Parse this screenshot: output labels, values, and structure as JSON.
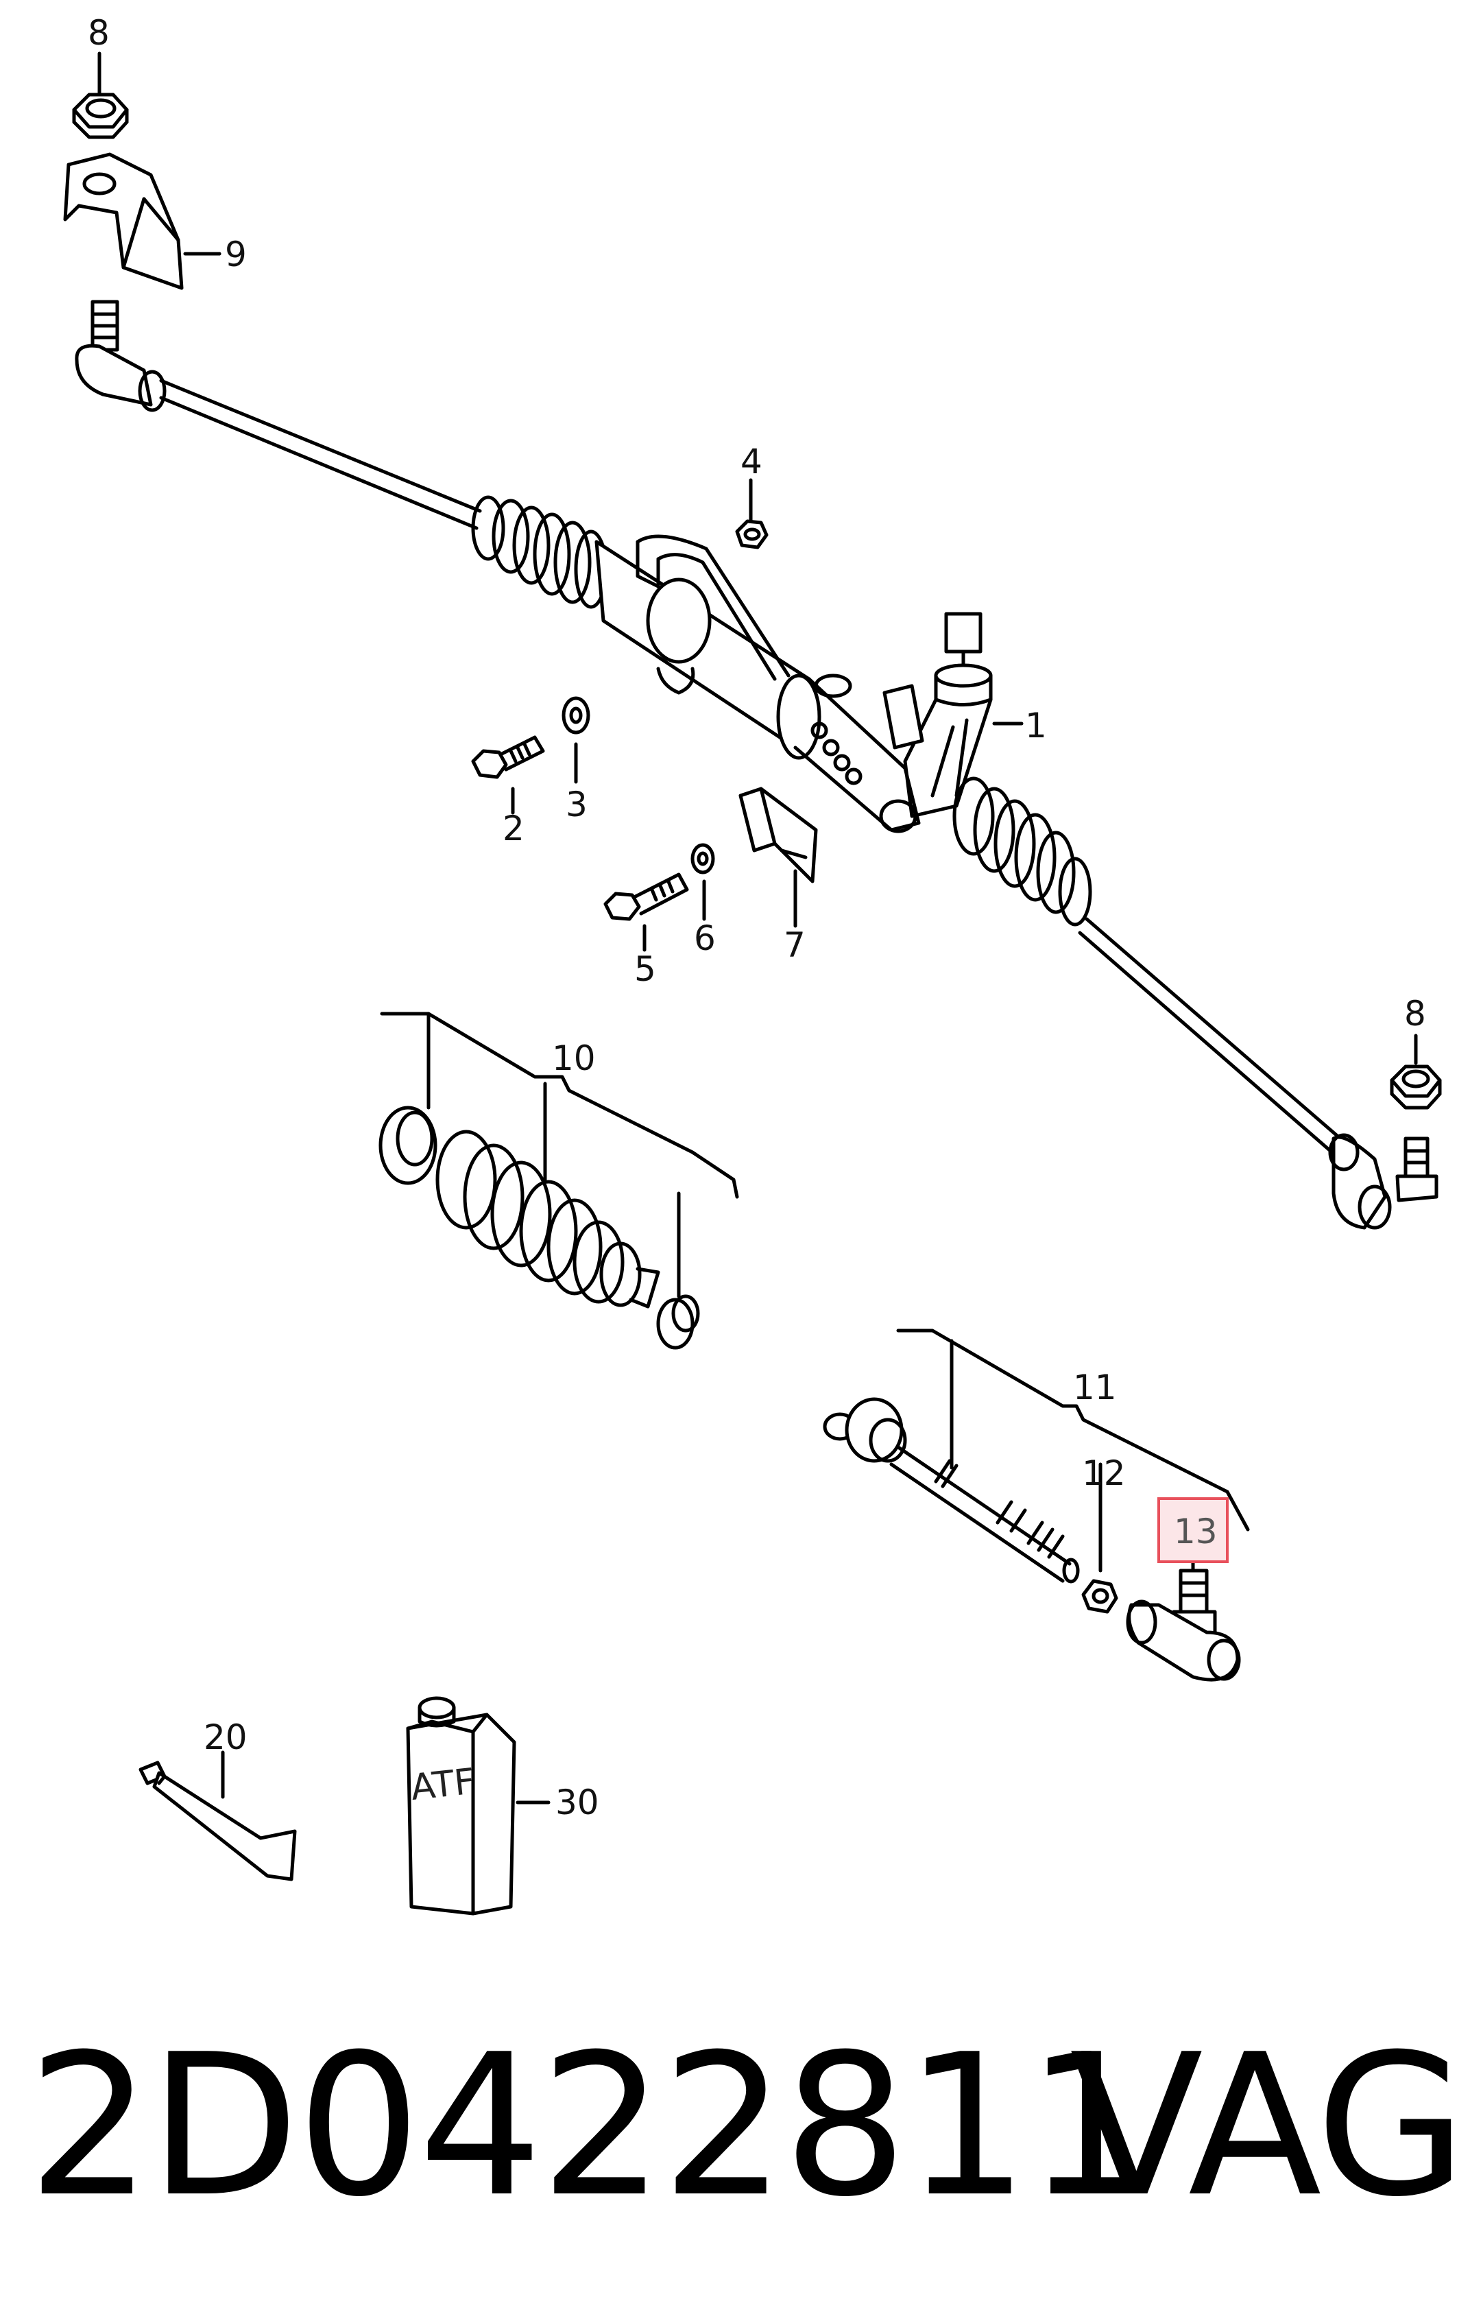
{
  "diagram": {
    "labels": {
      "p1": "1",
      "p2": "2",
      "p3": "3",
      "p4": "4",
      "p5": "5",
      "p6": "6",
      "p7": "7",
      "p8a": "8",
      "p8b": "8",
      "p9": "9",
      "p10": "10",
      "p11": "11",
      "p12": "12",
      "p13": "13",
      "p20": "20",
      "p30": "30"
    },
    "container_text": "ATF",
    "highlighted_part": "13",
    "highlight_color": "#e8505b",
    "highlight_fill": "#fce6e8"
  },
  "caption": {
    "part_number": "2D0422811",
    "brand": "VAG"
  }
}
